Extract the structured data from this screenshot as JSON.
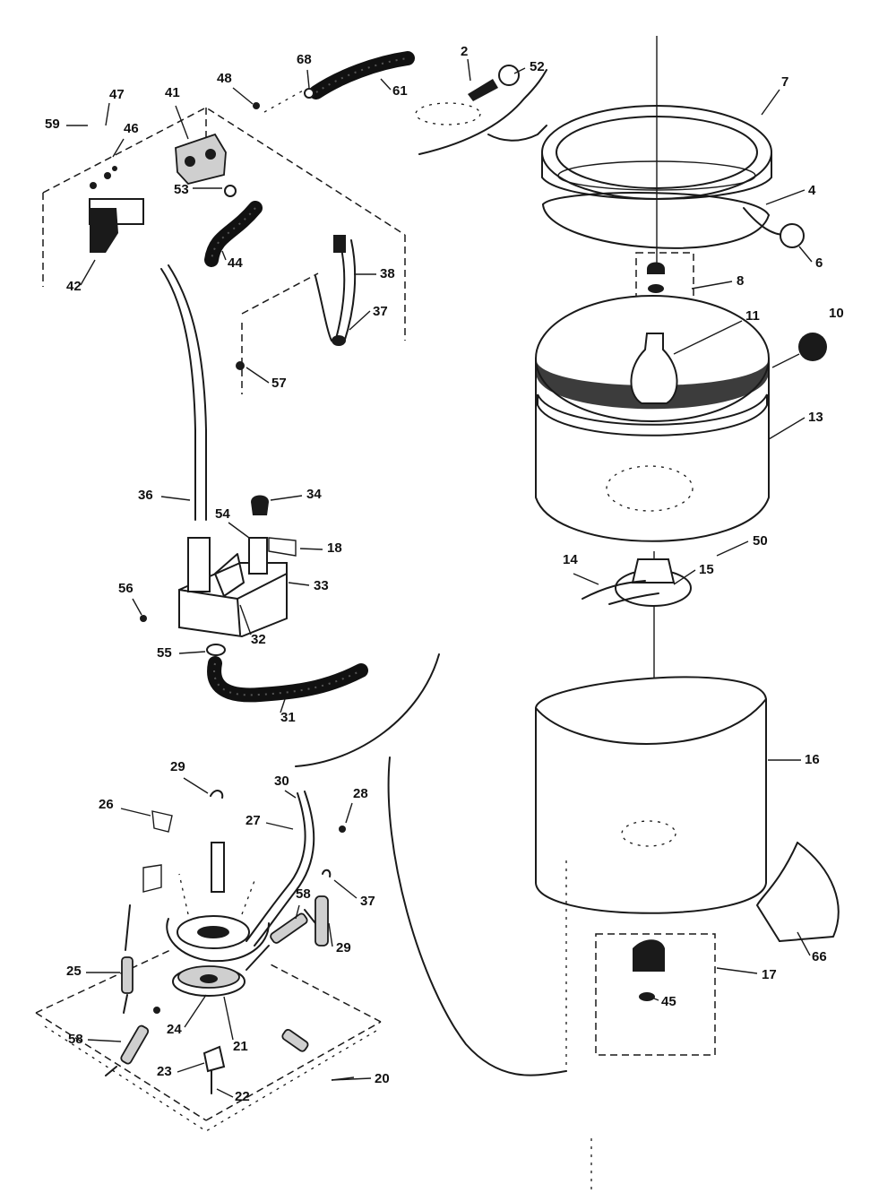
{
  "diagram": {
    "callouts": [
      {
        "id": "c2",
        "text": "2"
      },
      {
        "id": "c52",
        "text": "52"
      },
      {
        "id": "c7",
        "text": "7"
      },
      {
        "id": "c4",
        "text": "4"
      },
      {
        "id": "c6",
        "text": "6"
      },
      {
        "id": "c8",
        "text": "8"
      },
      {
        "id": "c10",
        "text": "10"
      },
      {
        "id": "c11",
        "text": "11"
      },
      {
        "id": "c13",
        "text": "13"
      },
      {
        "id": "c50a",
        "text": "50"
      },
      {
        "id": "c14",
        "text": "14"
      },
      {
        "id": "c15",
        "text": "15"
      },
      {
        "id": "c16",
        "text": "16"
      },
      {
        "id": "c17",
        "text": "17"
      },
      {
        "id": "c45",
        "text": "45"
      },
      {
        "id": "c66",
        "text": "66"
      },
      {
        "id": "c59",
        "text": "59"
      },
      {
        "id": "c47",
        "text": "47"
      },
      {
        "id": "c46",
        "text": "46"
      },
      {
        "id": "c41",
        "text": "41"
      },
      {
        "id": "c48",
        "text": "48"
      },
      {
        "id": "c68",
        "text": "68"
      },
      {
        "id": "c61",
        "text": "61"
      },
      {
        "id": "c53",
        "text": "53"
      },
      {
        "id": "c44",
        "text": "44"
      },
      {
        "id": "c42",
        "text": "42"
      },
      {
        "id": "c38",
        "text": "38"
      },
      {
        "id": "c37a",
        "text": "37"
      },
      {
        "id": "c57",
        "text": "57"
      },
      {
        "id": "c36",
        "text": "36"
      },
      {
        "id": "c34",
        "text": "34"
      },
      {
        "id": "c54",
        "text": "54"
      },
      {
        "id": "c18",
        "text": "18"
      },
      {
        "id": "c33",
        "text": "33"
      },
      {
        "id": "c56",
        "text": "56"
      },
      {
        "id": "c32",
        "text": "32"
      },
      {
        "id": "c55",
        "text": "55"
      },
      {
        "id": "c31",
        "text": "31"
      },
      {
        "id": "c29",
        "text": "29"
      },
      {
        "id": "c26",
        "text": "26"
      },
      {
        "id": "c30",
        "text": "30"
      },
      {
        "id": "c28",
        "text": "28"
      },
      {
        "id": "c27",
        "text": "27"
      },
      {
        "id": "c37b",
        "text": "37"
      },
      {
        "id": "c58a",
        "text": "58"
      },
      {
        "id": "c29b",
        "text": "29"
      },
      {
        "id": "c25",
        "text": "25"
      },
      {
        "id": "c24",
        "text": "24"
      },
      {
        "id": "c21",
        "text": "21"
      },
      {
        "id": "c58b",
        "text": "58"
      },
      {
        "id": "c23",
        "text": "23"
      },
      {
        "id": "c22",
        "text": "22"
      },
      {
        "id": "c20",
        "text": "20"
      }
    ]
  }
}
